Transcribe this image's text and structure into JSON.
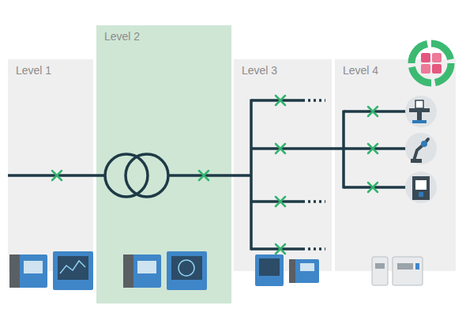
{
  "diagram": {
    "nodes": [
      {
        "text": [
          "Level 1"
        ]
      },
      {
        "text": [
          "Level 2"
        ]
      },
      {
        "text": [
          "Level 3"
        ]
      },
      {
        "text": [
          "Level 4"
        ]
      }
    ]
  }
}
